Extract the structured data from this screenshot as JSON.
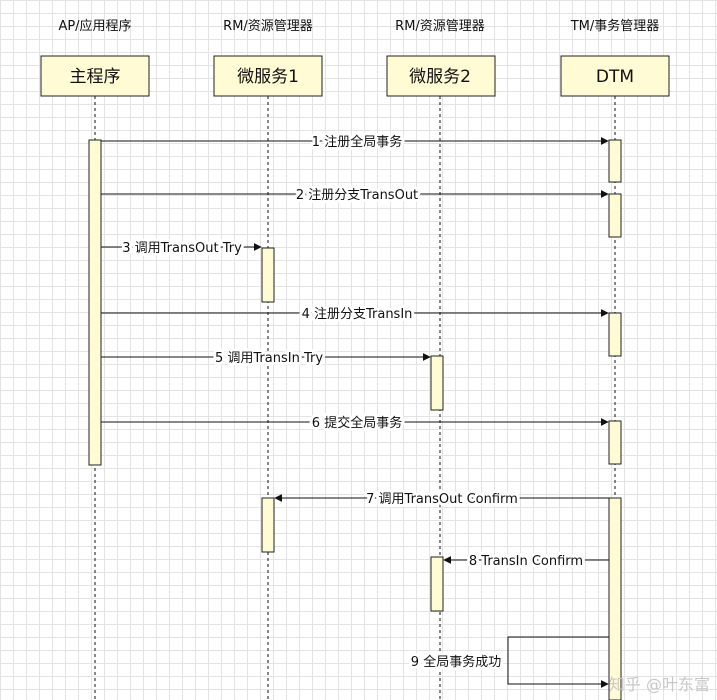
{
  "diagram": {
    "type": "sequence",
    "participants": [
      {
        "id": "main",
        "role": "AP/应用程序",
        "name": "主程序"
      },
      {
        "id": "svc1",
        "role": "RM/资源管理器",
        "name": "微服务1"
      },
      {
        "id": "svc2",
        "role": "RM/资源管理器",
        "name": "微服务2"
      },
      {
        "id": "dtm",
        "role": "TM/事务管理器",
        "name": "DTM"
      }
    ],
    "messages": [
      {
        "from": "main",
        "to": "dtm",
        "label": "1 注册全局事务"
      },
      {
        "from": "main",
        "to": "dtm",
        "label": "2 注册分支TransOut"
      },
      {
        "from": "main",
        "to": "svc1",
        "label": "3 调用TransOut Try"
      },
      {
        "from": "main",
        "to": "dtm",
        "label": "4 注册分支TransIn"
      },
      {
        "from": "main",
        "to": "svc2",
        "label": "5 调用TransIn Try"
      },
      {
        "from": "main",
        "to": "dtm",
        "label": "6 提交全局事务"
      },
      {
        "from": "dtm",
        "to": "svc1",
        "label": "7 调用TransOut Confirm"
      },
      {
        "from": "dtm",
        "to": "svc2",
        "label": "8 TransIn Confirm"
      },
      {
        "from": "dtm",
        "to": "dtm",
        "label": "9 全局事务成功"
      }
    ],
    "colors": {
      "box_fill": "#fffbd4",
      "box_stroke": "#222222",
      "line": "#111111"
    }
  },
  "watermark": "知乎 @叶东富"
}
